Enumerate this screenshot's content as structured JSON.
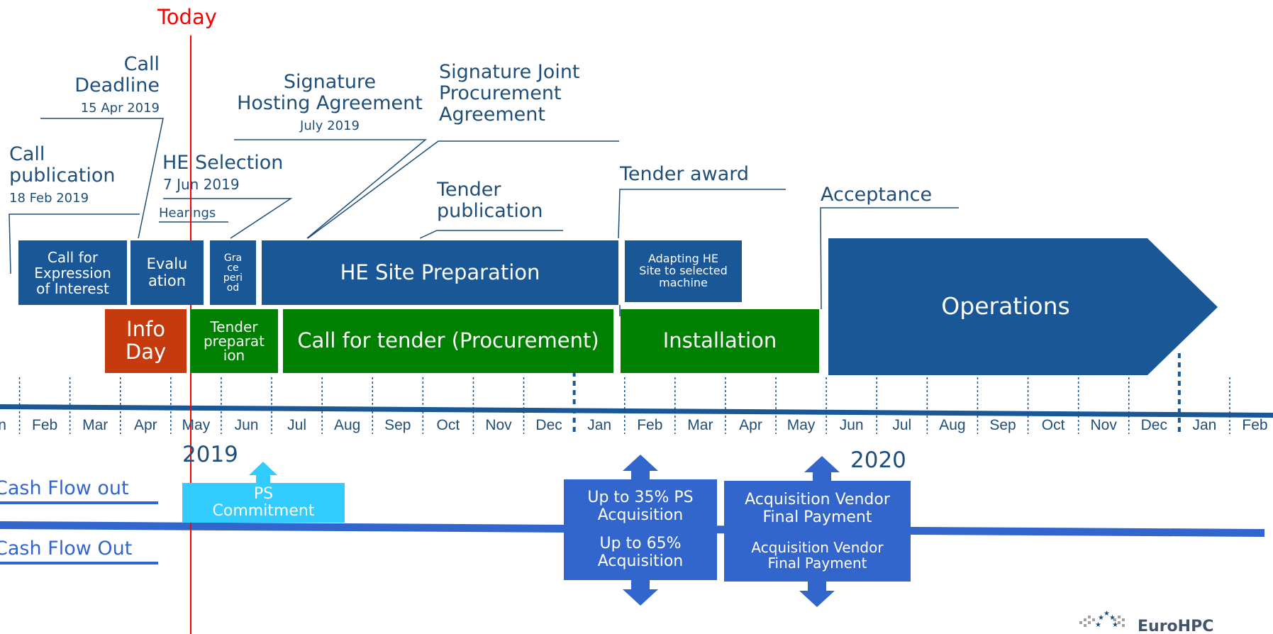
{
  "today": {
    "label": "Today",
    "color": "#ff0000"
  },
  "milestones": {
    "call_deadline": {
      "title_line1": "Call",
      "title_line2": "Deadline",
      "date": "15 Apr 2019"
    },
    "call_publication": {
      "title_line1": "Call",
      "title_line2": "publication",
      "date": "18 Feb 2019"
    },
    "signature_hosting": {
      "title_line1": "Signature",
      "title_line2": "Hosting Agreement",
      "date": "July 2019"
    },
    "signature_joint": {
      "line1": "Signature Joint",
      "line2": "Procurement",
      "line3": "Agreement"
    },
    "he_selection": {
      "title": "HE Selection",
      "date": "7 Jun 2019",
      "sub": "Hearings"
    },
    "tender_publication": {
      "line1": "Tender",
      "line2": "publication"
    },
    "tender_award": {
      "title": "Tender award"
    },
    "acceptance": {
      "title": "Acceptance"
    }
  },
  "phases": {
    "call_eoi": {
      "line1": "Call for",
      "line2": "Expression",
      "line3": "of Interest"
    },
    "evaluation": {
      "line1": "Evalu",
      "line2": "ation"
    },
    "grace_period": {
      "line1": "Gra",
      "line2": "ce",
      "line3": "peri",
      "line4": "od"
    },
    "he_site_prep": {
      "label": "HE Site Preparation"
    },
    "adapting": {
      "line1": "Adapting HE",
      "line2": "Site to selected",
      "line3": "machine"
    },
    "operations": {
      "label": "Operations"
    },
    "info_day": {
      "line1": "Info",
      "line2": "Day"
    },
    "tender_prep": {
      "line1": "Tender",
      "line2": "preparat",
      "line3": "ion"
    },
    "call_for_tender": {
      "label": "Call for tender (Procurement)"
    },
    "installation": {
      "label": "Installation"
    }
  },
  "months": [
    "Jan",
    "Feb",
    "Mar",
    "Apr",
    "May",
    "Jun",
    "Jul",
    "Aug",
    "Sep",
    "Oct",
    "Nov",
    "Dec",
    "Jan",
    "Feb",
    "Mar",
    "Apr",
    "May",
    "Jun",
    "Jul",
    "Aug",
    "Sep",
    "Oct",
    "Nov",
    "Dec",
    "Jan",
    "Feb"
  ],
  "years": {
    "y2019": "2019",
    "y2020": "2020"
  },
  "cashflow": {
    "row1_label": "Cash Flow out",
    "row2_label": "Cash Flow Out",
    "ps_commitment": {
      "line1": "PS",
      "line2": "Commitment"
    },
    "acq_35": {
      "line1": "Up to 35% PS",
      "line2": "Acquisition"
    },
    "acq_65": {
      "line1": "Up to 65%",
      "line2": "Acquisition"
    },
    "vendor_final_1": {
      "line1": "Acquisition Vendor",
      "line2": "Final Payment"
    },
    "vendor_final_2": {
      "line1": "Acquisition Vendor",
      "line2": "Final Payment"
    }
  },
  "logo": {
    "text": "EuroHPC"
  },
  "colors": {
    "navy": "#1a5797",
    "green": "#008000",
    "orange": "#c63b0d",
    "light_blue": "#33ccff",
    "mid_blue": "#3366cc",
    "text_blue": "#1f4e79",
    "today_red": "#ff0000"
  }
}
